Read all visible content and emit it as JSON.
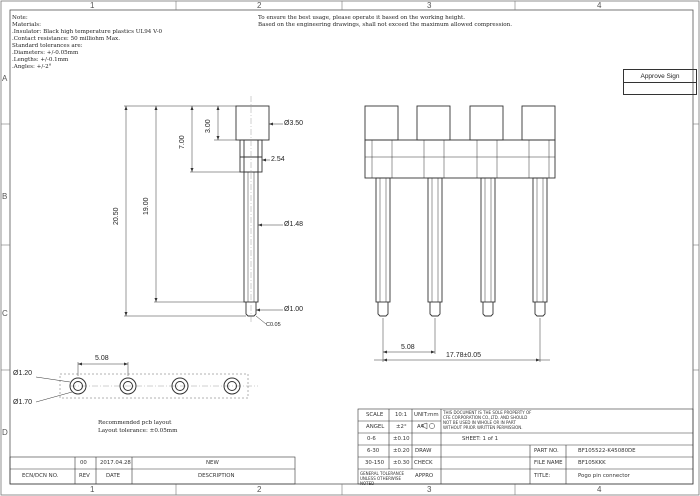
{
  "frame": {
    "zones_top": [
      "1",
      "2",
      "3",
      "4"
    ],
    "zones_side": [
      "A",
      "B",
      "C",
      "D"
    ]
  },
  "notes": {
    "lines": [
      "Note:",
      "Materials:",
      ".Insulator: Black high temperature plastics UL94 V-0",
      ".Contact resistance: 50 milliohm Max.",
      "Standard tolerances are:",
      ".Diameters: +/-0.05mm",
      ".Lengths: +/-0.1mm",
      ".Angles: +/-2°"
    ],
    "usage": [
      "To ensure the best usage, please operate it based on the working height.",
      "Based on the engineering drawings, shall not exceed the maximum allowed compression."
    ]
  },
  "approve": {
    "label": "Approve Sign"
  },
  "side_view": {
    "dims": {
      "head_dia": "Ø3.50",
      "head_len": "3.00",
      "sleeve_dia": "2.54",
      "upper_len": "7.00",
      "body_len": "19.00",
      "total_len": "20.50",
      "pin_dia": "Ø1.48",
      "tip_dia": "Ø1.00",
      "chamfer": "C0.05"
    }
  },
  "front_view": {
    "pin_count": 4,
    "dims": {
      "pitch": "5.08",
      "overall": "17.78±0.05"
    }
  },
  "pcb_layout": {
    "hole_count": 4,
    "dims": {
      "pitch": "5.08",
      "hole_dia": "Ø1.20",
      "pad_dia": "Ø1.70"
    },
    "caption": [
      "Recommended pcb layout",
      "Layout tolerance: ±0.05mm"
    ]
  },
  "tolerance_block": {
    "rows": [
      [
        "SCALE",
        "10:1",
        "UNIT:mm"
      ],
      [
        "ANGEL",
        "±2°",
        "A4"
      ],
      [
        "0-6",
        "±0.10",
        ""
      ],
      [
        "6-30",
        "±0.20",
        "DRAW"
      ],
      [
        "30-150",
        "±0.30",
        "CHECK"
      ],
      [
        "GENERAL TOLERANCE UNLESS OTHERWISE NOTED",
        "",
        "APPRO"
      ]
    ],
    "notice": [
      "THIS DOCUMENT IS THE SOLE PROPERTY OF",
      "CFE CORPORATION CO.,LTD. AND SHOULD",
      "NOT BE USED IN WHOLE OR IN PART",
      "WITHOUT PRIOR WRITTEN PERMISSION."
    ],
    "sheet": "SHEET: 1 of 1"
  },
  "title_block": {
    "part_no_label": "PART NO.",
    "part_no": "BF105522-K45080DE",
    "file_name_label": "FILE NAME",
    "file_name": "BF105KKK",
    "title_label": "TITLE:",
    "title": "Pogo pin connector"
  },
  "revision_block": {
    "row": [
      "",
      "00",
      "2017.04.28",
      "NEW"
    ],
    "headers": [
      "ECN/DCN NO.",
      "REV",
      "DATE",
      "DESCRIPTION"
    ]
  }
}
